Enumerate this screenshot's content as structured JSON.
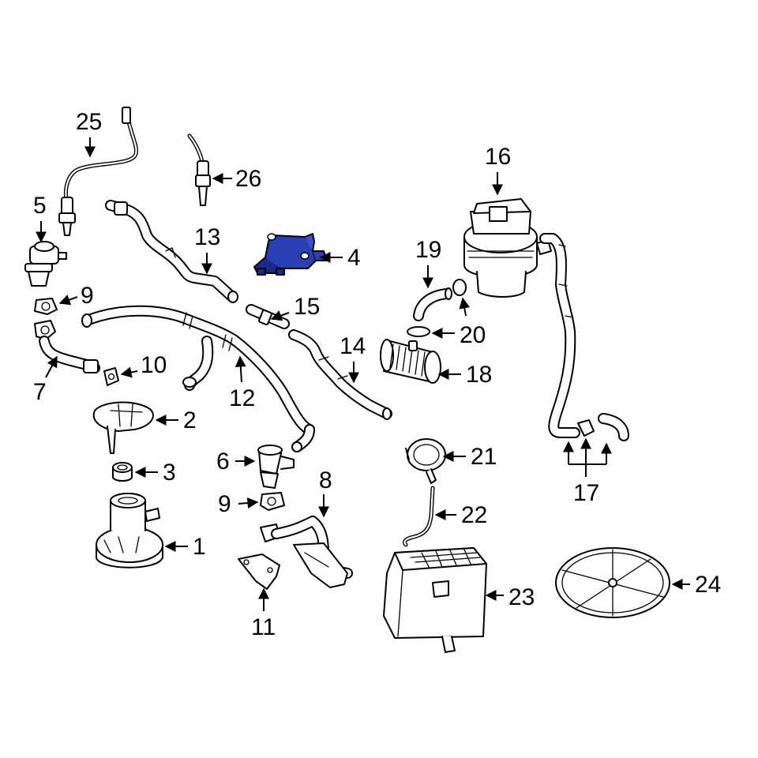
{
  "callouts": {
    "c1": "1",
    "c2": "2",
    "c3": "3",
    "c4": "4",
    "c5": "5",
    "c6": "6",
    "c7": "7",
    "c8": "8",
    "c9a": "9",
    "c9b": "9",
    "c10": "10",
    "c11": "11",
    "c12": "12",
    "c13": "13",
    "c14": "14",
    "c15": "15",
    "c16": "16",
    "c17": "17",
    "c18": "18",
    "c19": "19",
    "c20": "20",
    "c21": "21",
    "c22": "22",
    "c23": "23",
    "c24": "24",
    "c25": "25",
    "c26": "26"
  },
  "highlighted_part": "4",
  "colors": {
    "highlight": "#2b3fb5",
    "highlight_dark": "#1a2a8a",
    "line": "#000000",
    "background": "#ffffff"
  }
}
